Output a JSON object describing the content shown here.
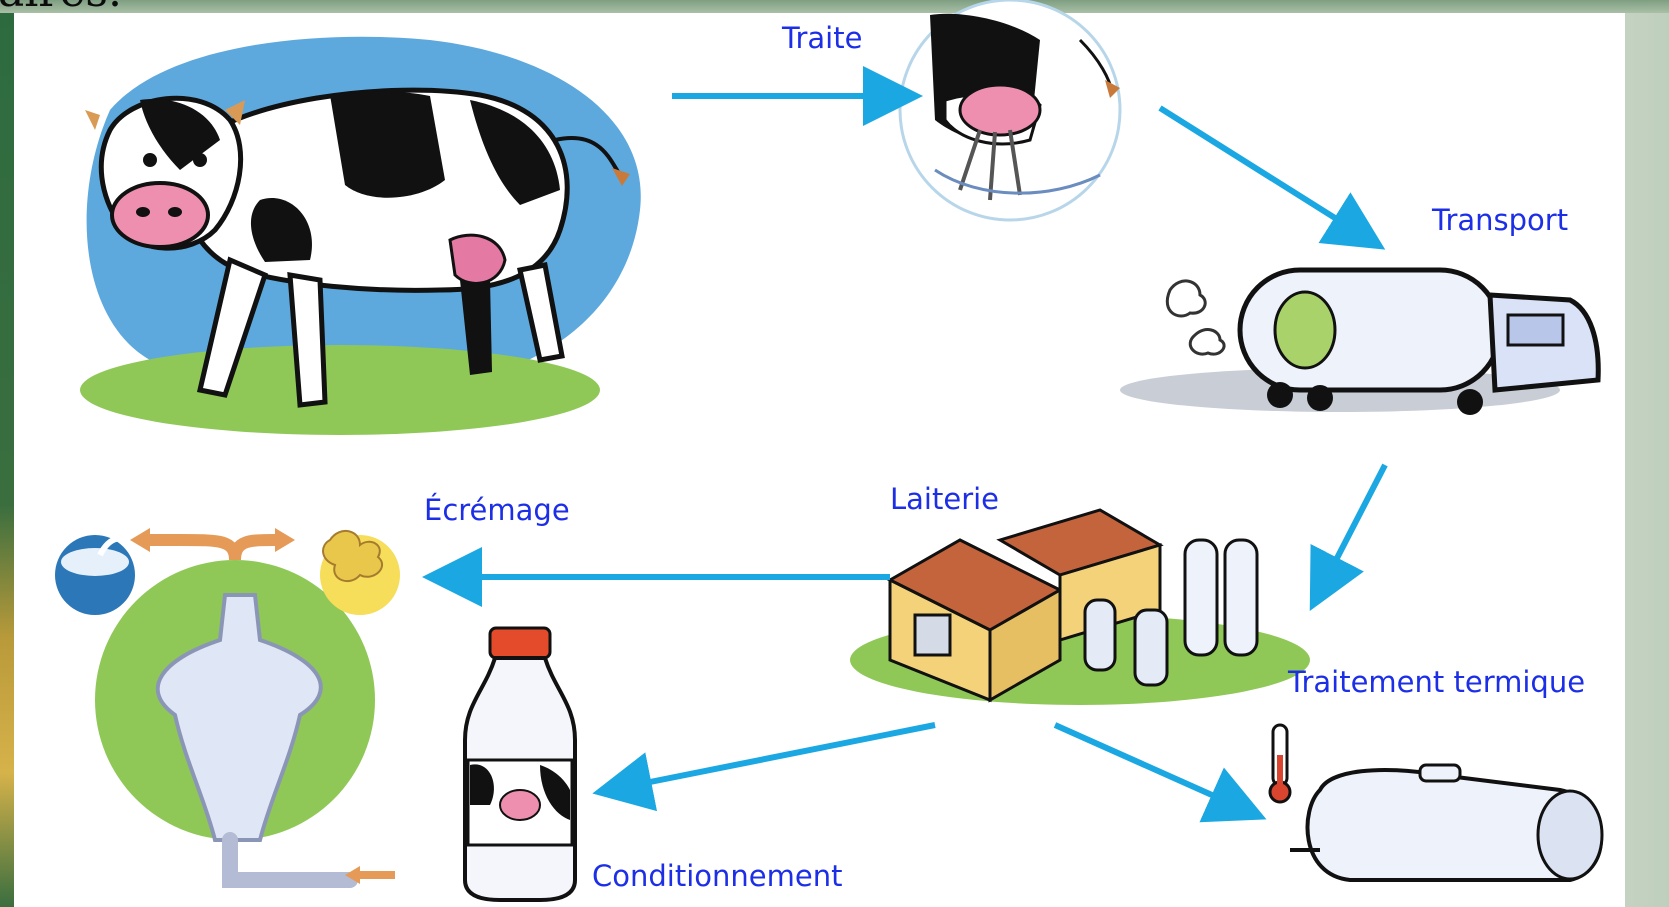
{
  "corner_text": "aires.",
  "labels": {
    "traite": "Traite",
    "transport": "Transport",
    "laiterie": "Laiterie",
    "ecremage": "Écrémage",
    "traitement": "Traitement termique",
    "conditionnement": "Conditionnement"
  },
  "colors": {
    "arrow": "#1aa7e2",
    "label": "#1c2fe6",
    "split_arrow": "#e59a57"
  }
}
